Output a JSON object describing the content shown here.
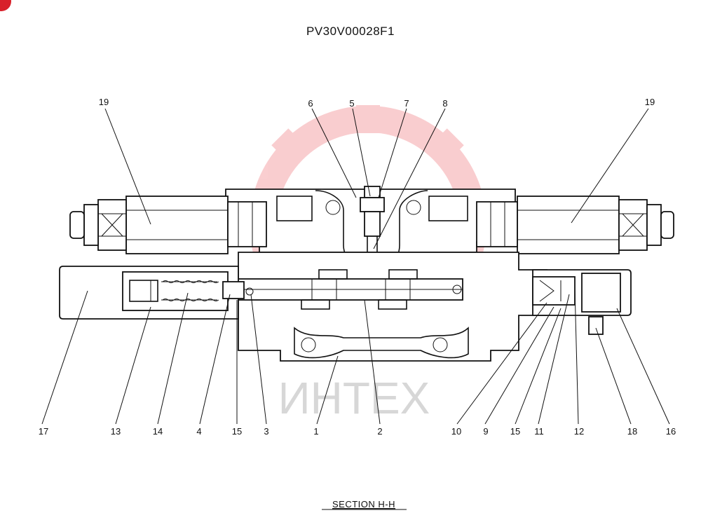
{
  "title": "PV30V00028F1",
  "section_label": "SECTION  H-H",
  "watermark": {
    "text": "ИНТЕХ",
    "color": "#e8202a"
  },
  "badge": {
    "color": "#d8202a"
  },
  "labels": [
    {
      "id": "19a",
      "text": "19"
    },
    {
      "id": "19b",
      "text": "19"
    },
    {
      "id": "6",
      "text": "6"
    },
    {
      "id": "5",
      "text": "5"
    },
    {
      "id": "7",
      "text": "7"
    },
    {
      "id": "8",
      "text": "8"
    },
    {
      "id": "17",
      "text": "17"
    },
    {
      "id": "13",
      "text": "13"
    },
    {
      "id": "14",
      "text": "14"
    },
    {
      "id": "4",
      "text": "4"
    },
    {
      "id": "15a",
      "text": "15"
    },
    {
      "id": "3",
      "text": "3"
    },
    {
      "id": "1",
      "text": "1"
    },
    {
      "id": "2",
      "text": "2"
    },
    {
      "id": "10",
      "text": "10"
    },
    {
      "id": "9",
      "text": "9"
    },
    {
      "id": "15b",
      "text": "15"
    },
    {
      "id": "11",
      "text": "11"
    },
    {
      "id": "12",
      "text": "12"
    },
    {
      "id": "18",
      "text": "18"
    },
    {
      "id": "16",
      "text": "16"
    }
  ]
}
